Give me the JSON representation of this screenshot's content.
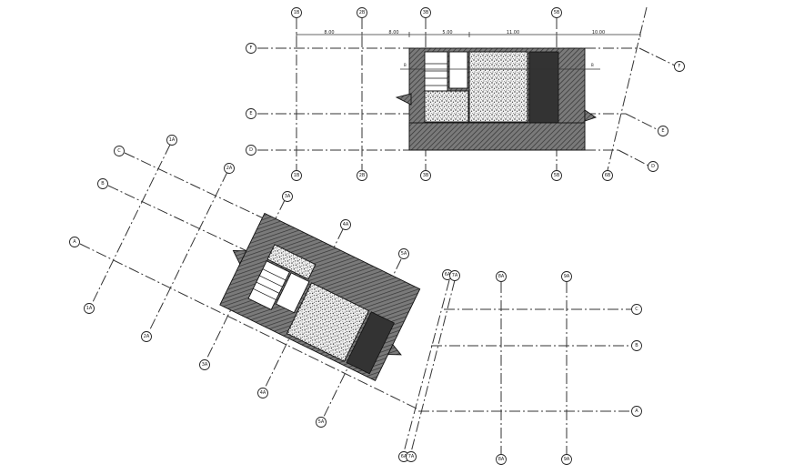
{
  "top_plan": {
    "col_labels_top": [
      "1B",
      "2B",
      "3B",
      "5B"
    ],
    "col_labels_bottom": [
      "1B",
      "2B",
      "3B",
      "5B",
      "6B"
    ],
    "row_labels": [
      "F",
      "E",
      "D"
    ],
    "dims": [
      "8.00",
      "8.00",
      "5.00",
      "11.00",
      "10.00"
    ],
    "section_marks": [
      "B",
      "B"
    ]
  },
  "rotated_plan": {
    "row_labels": [
      "C",
      "B",
      "A"
    ],
    "col_labels_upper": [
      "1A",
      "2A",
      "3A",
      "4A",
      "5A"
    ],
    "col_labels_lower": [
      "1A",
      "2A",
      "3A",
      "4A",
      "5A"
    ]
  },
  "bottom_right_grid": {
    "col_labels_top": [
      "6A",
      "7A",
      "8A",
      "9A"
    ],
    "col_labels_bottom": [
      "6A",
      "7A",
      "8A",
      "9A"
    ],
    "row_labels": [
      "C",
      "B",
      "A"
    ]
  }
}
